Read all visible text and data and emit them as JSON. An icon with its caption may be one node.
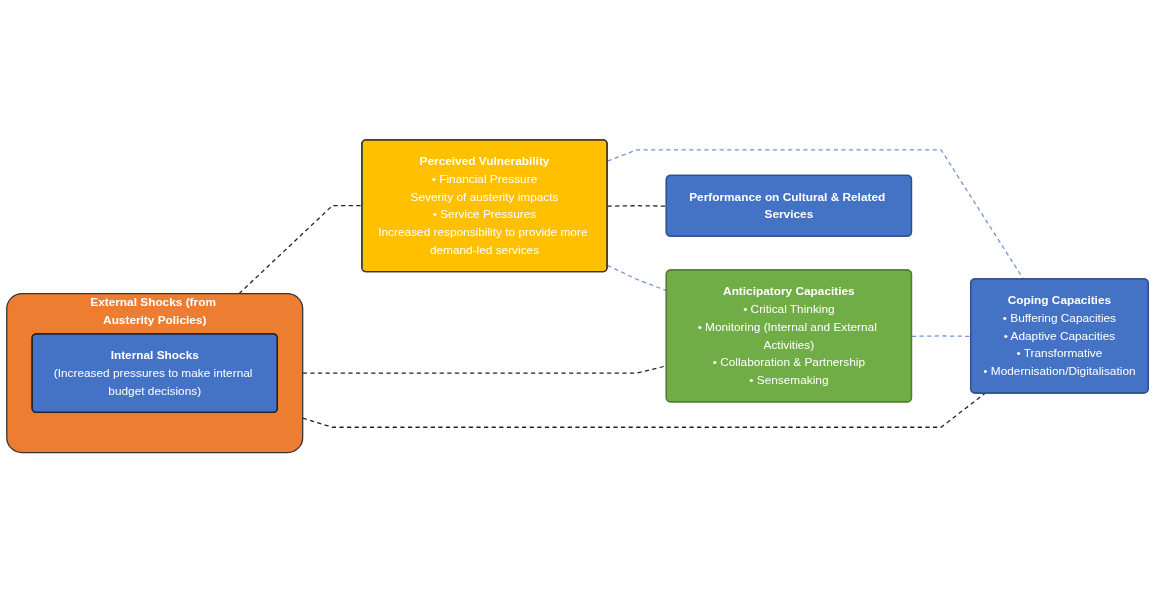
{
  "diagram": {
    "nodes": [
      {
        "text": [
          "External Shocks (from Austerity Policies)"
        ]
      },
      {
        "text": [
          "Internal Shocks",
          "(Increased pressures to make internal budget decisions)"
        ],
        "in": 0
      },
      {
        "text": [
          "Perceived Vulnerability",
          "• Financial Pressure",
          "Severity of austerity impacts",
          "• Service Pressures",
          "Increased responsibility to provide more demand-led services"
        ]
      },
      {
        "text": [
          "Anticipatory Capacities",
          "• Critical Thinking",
          "• Monitoring (Internal and External Activities)",
          "• Collaboration & Partnership",
          "• Sensemaking"
        ]
      },
      {
        "text": [
          "Coping Capacities",
          "• Buffering Capacities",
          "• Adaptive Capacities",
          "• Transformative",
          "• Modernisation/Digitalisation"
        ]
      },
      {
        "text": [
          "Performance on Cultural & Related Services"
        ]
      }
    ],
    "edges": [
      {
        "from": 0,
        "to": 3,
        "arrow": "none",
        "style": "dashed"
      },
      {
        "from": 0,
        "to": 2,
        "arrow": "none",
        "style": "dashed"
      },
      {
        "from": 0,
        "to": 4,
        "arrow": "none",
        "style": "dashed"
      },
      {
        "from": 2,
        "to": 3,
        "arrow": "none",
        "style": "dashed",
        "color": "#6f93d8"
      },
      {
        "from": 2,
        "to": 4,
        "arrow": "none",
        "style": "dashed",
        "color": "#6f93d8"
      },
      {
        "from": 3,
        "to": 4,
        "arrow": "none",
        "style": "dashed",
        "color": "#6f93d8"
      },
      {
        "from": 2,
        "to": 5,
        "arrow": "none",
        "style": "dashed"
      }
    ]
  }
}
